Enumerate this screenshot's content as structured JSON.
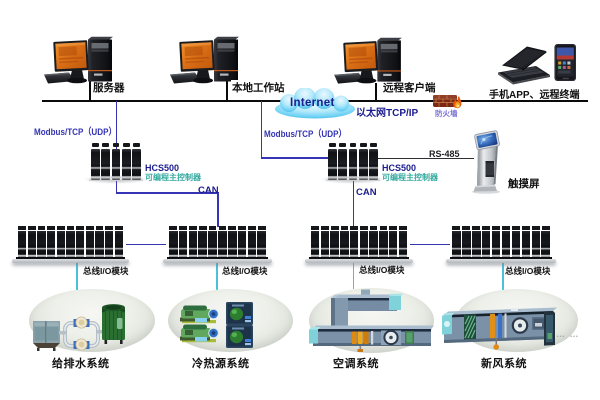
{
  "diagram": {
    "top_devices": [
      {
        "label": "服务器"
      },
      {
        "label": "本地工作站"
      },
      {
        "label": "远程客户端"
      },
      {
        "label": "手机APP、远程终端"
      }
    ],
    "cloud": {
      "label": "Internet"
    },
    "network": {
      "ethernet_label": "以太网TCP/IP",
      "firewall_label": "防火墙",
      "modbus_left": "Modbus/TCP（UDP）",
      "modbus_right": "Modbus/TCP（UDP）",
      "can_left": "CAN",
      "can_right": "CAN",
      "rs485_label": "RS-485"
    },
    "controllers": [
      {
        "model": "HCS500",
        "desc": "可编程主控制器"
      },
      {
        "model": "HCS500",
        "desc": "可编程主控制器"
      }
    ],
    "touchscreen": {
      "label": "触摸屏"
    },
    "io_modules": [
      {
        "label": "总线I/O模块"
      },
      {
        "label": "总线I/O模块"
      },
      {
        "label": "总线I/O模块"
      },
      {
        "label": "总线I/O模块"
      }
    ],
    "systems": [
      {
        "label": "给排水系统"
      },
      {
        "label": "冷热源系统"
      },
      {
        "label": "空调系统"
      },
      {
        "label": "新风系统"
      }
    ],
    "continuation_dots": "… …",
    "colors": {
      "bus": "#0a0a0a",
      "modbus": "#3434b4",
      "navy": "#1c1c8e",
      "teal": "#35aaa0",
      "drop": "#49c0dc",
      "firewall_label": "#7a74d4",
      "screen_orange": "#e07818",
      "cloud_blue": "#5fcdf2"
    }
  }
}
